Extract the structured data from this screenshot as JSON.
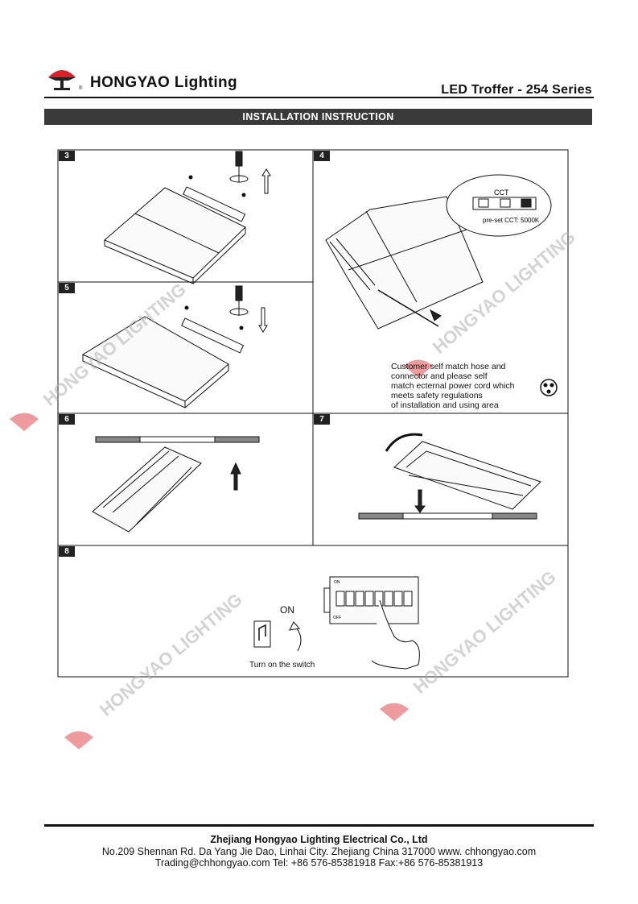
{
  "header": {
    "brand": "HONGYAO Lighting",
    "product": "LED Troffer - 254 Series",
    "section_title": "INSTALLATION INSTRUCTION"
  },
  "steps": [
    {
      "number": "3"
    },
    {
      "number": "4"
    },
    {
      "number": "5"
    },
    {
      "number": "6"
    },
    {
      "number": "7"
    },
    {
      "number": "8"
    }
  ],
  "step4": {
    "cct_label": "CCT",
    "preset_label": "pre-set CCT: 5000K",
    "note_lines": [
      "Customer self match hose and",
      "connector and please self",
      "match ecternal power cord which",
      "meets safety regulations",
      "of installation and using area"
    ]
  },
  "step8": {
    "on_label": "ON",
    "switch_caption": "Turn on the switch",
    "breaker_on": "ON",
    "breaker_off": "OFF"
  },
  "watermark": "HONGYAO LIGHTING",
  "footer": {
    "company": "Zhejiang Hongyao Lighting Electrical Co., Ltd",
    "address": "No.209 Shennan Rd. Da Yang Jie Dao, Linhai City. Zhejiang China 317000  www. chhongyao.com",
    "contact": "Trading@chhongyao.com  Tel: +86 576-85381918 Fax:+86 576-85381913"
  },
  "colors": {
    "logo_red": "#d9212a",
    "banner_bg": "#3a3a3a",
    "watermark": "#b0b0b0"
  }
}
